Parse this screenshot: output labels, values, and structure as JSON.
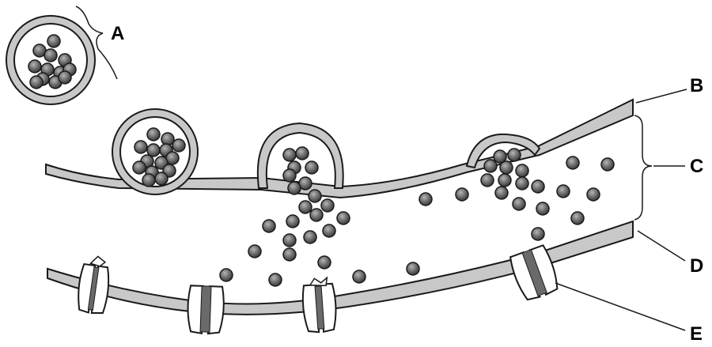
{
  "labels": {
    "a": "A",
    "b": "B",
    "c": "C",
    "d": "D",
    "e": "E"
  },
  "colors": {
    "membrane_fill": "#c8c8c8",
    "outline": "#1a1a1a",
    "molecule": "#6e6e6e",
    "channel_body": "#ffffff",
    "channel_pore": "#6a6a6a",
    "background": "#ffffff"
  }
}
